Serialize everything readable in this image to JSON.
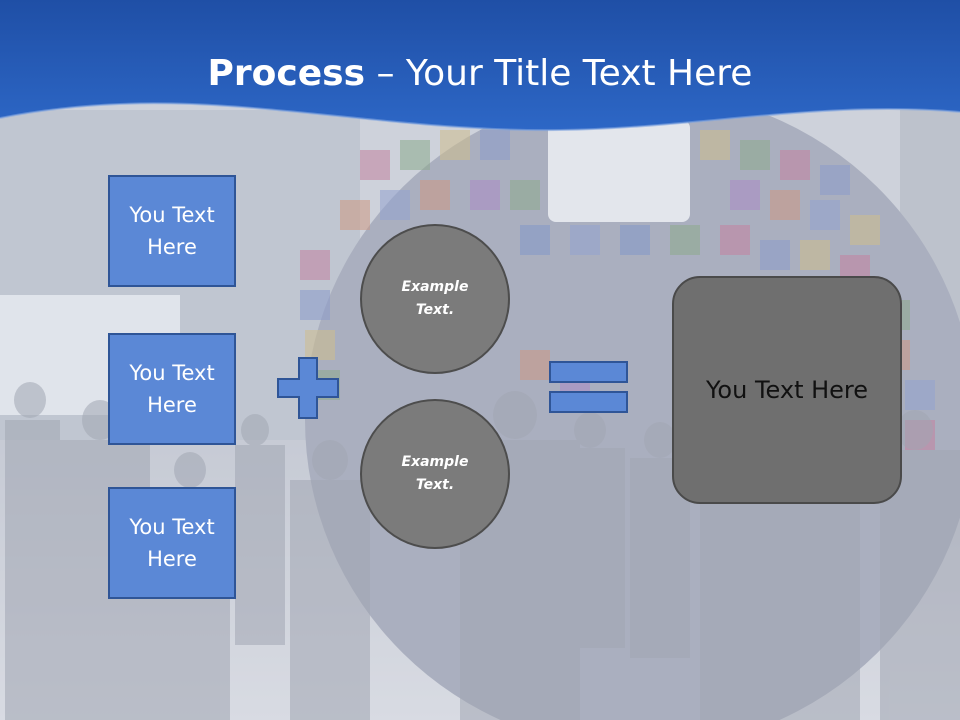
{
  "title": {
    "bold": "Process",
    "rest": " – Your Title Text Here"
  },
  "boxes": [
    "You Text Here",
    "You Text Here",
    "You Text Here"
  ],
  "circles": [
    "Example Text.",
    "Example Text."
  ],
  "result": "You Text Here",
  "colors": {
    "header": "#2c62c0",
    "box": "#5b88d6",
    "box_border": "#2f5597",
    "operator": "#5b88d6",
    "circle": "#7b7b7b",
    "result_box": "#6f6f6f"
  },
  "icons": {
    "plus": "plus-icon",
    "equals": "equals-icon"
  }
}
